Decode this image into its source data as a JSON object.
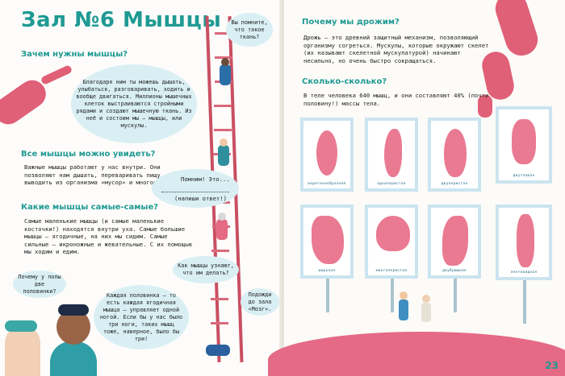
{
  "left_page": {
    "title": "Зал №6 Мышцы",
    "sections": [
      {
        "heading": "Зачем нужны мышцы?"
      },
      {
        "heading": "Все мышцы можно увидеть?",
        "text": "Важные мышцы работают у нас внутри. Они позволяют нам дышать, переваривать пищу, выводить из организма «мусор» и многое другое!"
      },
      {
        "heading": "Какие мышцы самые-самые?",
        "text": "Самые маленькие мышцы (и самые маленькие косточки!) находятся внутри уха. Самые большие мышцы — ягодичные, на них мы сидим. Самые сильные — икроножные и жевательные. С их помощью мы ходим и едим."
      }
    ],
    "bubbles": {
      "intro": "Благодаря ним ты можешь дышать, улыбаться, разговаривать, ходить и вообще двигаться. Миллионы мышечных клеток выстраиваются стройными рядами и создают мышечную ткань. Из неё и состоим мы — мышцы, или мускулы.",
      "remember_tissue": "Вы помните, что такое ткань?",
      "remember_prompt": "Помним! Это...",
      "write_answer": "(напиши ответ!)",
      "how_know": "Как мышцы узнают, что им делать?",
      "wait_hall": "Подожди до зала «Мозг».",
      "why_two": "Почему у попы две половинки?",
      "glute_answer": "Каждая половинка — то есть каждая ягодичная мышца — управляет одной ногой. Если бы у нас было три ноги, таких мышц тоже, наверное, было бы три!"
    }
  },
  "right_page": {
    "sections": [
      {
        "heading": "Почему мы дрожим?",
        "text": "Дрожь — это древний защитный механизм, позволяющий организму согреться. Мускулы, которые окружают скелет (их называют скелетной мускулатурой) начинают несильно, но очень быстро сокращаться."
      },
      {
        "heading": "Сколько-сколько?",
        "text": "В теле человека 640 мышц, и они составляют 40% (почти половину!) массы тела."
      }
    ],
    "muscle_cards": [
      {
        "label": "веретенообразная"
      },
      {
        "label": "одноперистая"
      },
      {
        "label": "двуперистая"
      },
      {
        "label": "двуглавая"
      },
      {
        "label": "широкая"
      },
      {
        "label": "многоперистая"
      },
      {
        "label": "двубрюшная"
      },
      {
        "label": "лентовидная"
      }
    ],
    "page_number": "23"
  },
  "colors": {
    "accent": "#1f9a93",
    "muscle": "#e0506e",
    "bubble": "#d9eff4",
    "frame": "#cbe4ef"
  }
}
